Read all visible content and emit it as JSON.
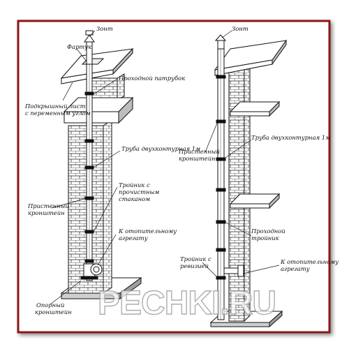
{
  "colors": {
    "border": "#8b1212",
    "line": "#111111",
    "brick_fill": "#ffffff",
    "shade": "#9e9e9e"
  },
  "left_diagram": {
    "labels": {
      "umbrella": "Зонт",
      "apron": "Фартук",
      "roof_sheet": "Подкрышный лист",
      "roof_sheet_2": "с переменным углом",
      "roof_passage": "Проходной патрубок",
      "double_pipe": "Труба двухконтурная 1м",
      "wall_bracket": "Пристенный",
      "wall_bracket_2": "кронштейн",
      "tee": "Тройник с",
      "tee_2": "прочистным",
      "tee_3": "стаканом",
      "to_heater": "К отопительному",
      "to_heater_2": "агрегату",
      "support_bracket": "Опорный",
      "support_bracket_2": "кронштейн"
    }
  },
  "right_diagram": {
    "labels": {
      "umbrella": "Зонт",
      "wall_bracket": "Пристенный",
      "wall_bracket_2": "кронштейн",
      "double_pipe": "Труба двухконтурная 1м",
      "pass_tee": "Проходной",
      "pass_tee_2": "тройник",
      "tee_revision": "Тройник с",
      "tee_revision_2": "ревизией",
      "to_heater": "К отопительному",
      "to_heater_2": "агрегату"
    }
  },
  "watermark": "PECHKI.RU"
}
